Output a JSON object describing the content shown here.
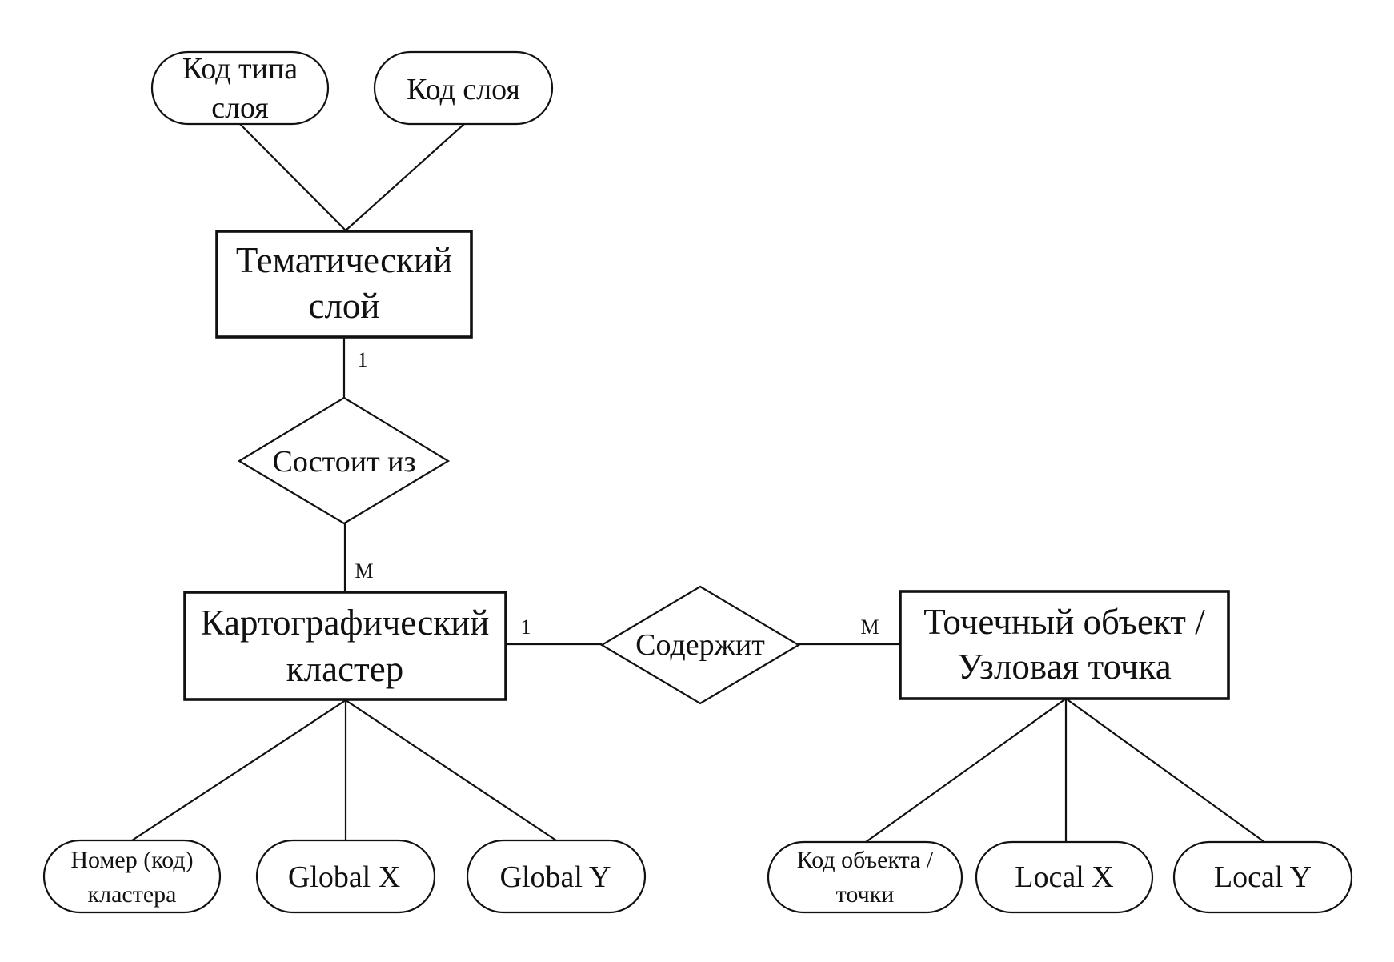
{
  "entities": {
    "thematic_layer": {
      "line1": "Тематический",
      "line2": "слой"
    },
    "cartographic_cluster": {
      "line1": "Картографический",
      "line2": "кластер"
    },
    "point_object": {
      "line1": "Точечный объект /",
      "line2": "Узловая точка"
    }
  },
  "relationships": {
    "consists_of": {
      "label": "Состоит из"
    },
    "contains": {
      "label": "Содержит"
    }
  },
  "attributes": {
    "layer_type_code": {
      "line1": "Код типа",
      "line2": "слоя"
    },
    "layer_code": {
      "label": "Код слоя"
    },
    "cluster_number": {
      "line1": "Номер (код)",
      "line2": "кластера"
    },
    "global_x": {
      "label": "Global X"
    },
    "global_y": {
      "label": "Global Y"
    },
    "object_code": {
      "line1": "Код объекта /",
      "line2": "точки"
    },
    "local_x": {
      "label": "Local X"
    },
    "local_y": {
      "label": "Local Y"
    }
  },
  "cardinalities": {
    "layer_side": "1",
    "cluster_side_top": "М",
    "cluster_side_right": "1",
    "point_side": "М"
  }
}
